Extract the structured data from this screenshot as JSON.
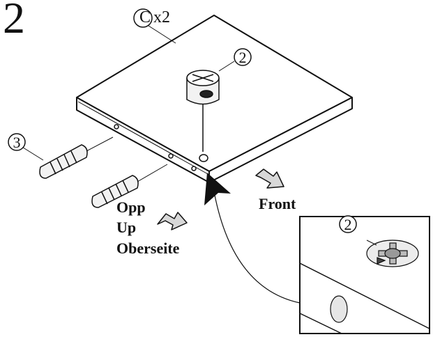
{
  "step_number": "2",
  "part": {
    "letter": "C",
    "qty": "x2"
  },
  "callouts": {
    "cam_lock": "2",
    "dowel": "3",
    "detail": "2"
  },
  "labels": {
    "opp": "Opp",
    "up": "Up",
    "oberseite": "Oberseite",
    "front": "Front"
  },
  "colors": {
    "line": "#111111",
    "panel_top": "#ffffff",
    "part_fill": "#f0f0f0",
    "hole_fill": "#e6e6e6"
  }
}
